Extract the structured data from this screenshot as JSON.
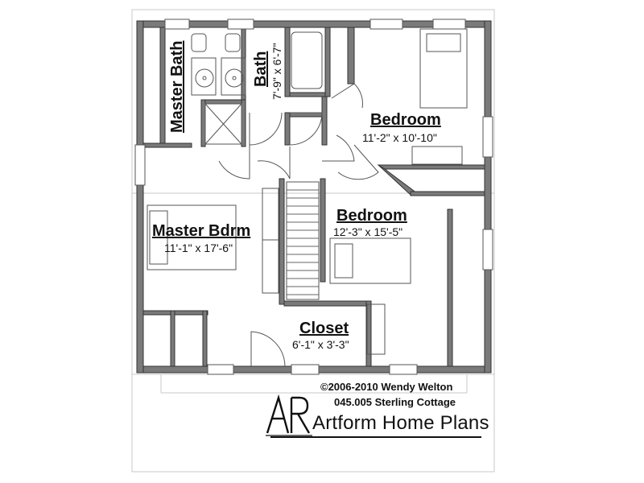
{
  "rooms": {
    "master_bath": {
      "name": "Master Bath"
    },
    "bath": {
      "name": "Bath",
      "dims": "7'-9\" x 6'-7\""
    },
    "bedroom_ne": {
      "name": "Bedroom",
      "dims": "11'-2\" x 10'-10\""
    },
    "bedroom_e": {
      "name": "Bedroom",
      "dims": "12'-3\" x 15'-5\""
    },
    "master_bdrm": {
      "name": "Master Bdrm",
      "dims": "11'-1\" x 17'-6\""
    },
    "closet": {
      "name": "Closet",
      "dims": "6'-1\" x 3'-3\""
    }
  },
  "credits": {
    "copyright": "©2006-2010 Wendy Welton",
    "plan_id": "045.005 Sterling Cottage",
    "brand": "Artform Home Plans",
    "logo_letters": "AR"
  },
  "colors": {
    "wall": "#7a7a7a",
    "wall_edge": "#333333",
    "fixture": "#555555",
    "guide": "#c8c8c8"
  }
}
